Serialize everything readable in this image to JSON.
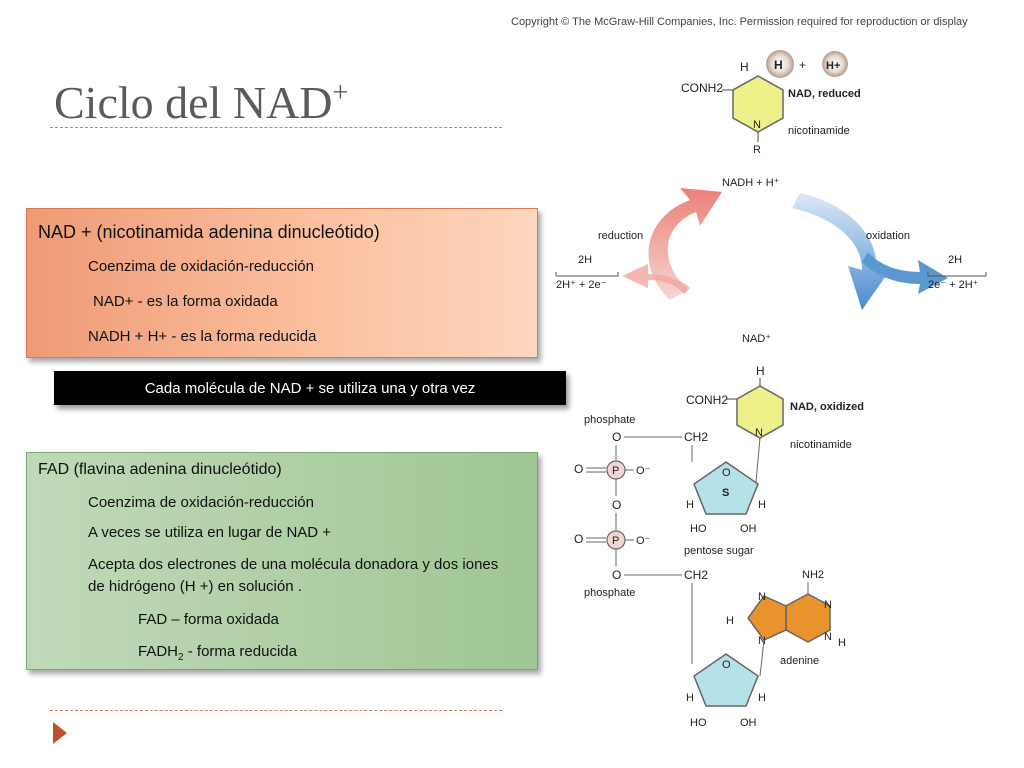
{
  "slide": {
    "title": "Ciclo del NAD",
    "title_sup": "+"
  },
  "copyright": "Copyright © The McGraw-Hill Companies, Inc. Permission required for reproduction or display",
  "nad_box": {
    "heading": "NAD + (nicotinamida adenina dinucleótido)",
    "lines": [
      "Coenzima de oxidación-reducción",
      "NAD+  - es la forma oxidada",
      "NADH + H+ - es la forma reducida"
    ]
  },
  "banner": "Cada molécula de NAD + se utiliza una y otra vez",
  "fad_box": {
    "heading": "FAD (flavina adenina dinucleótido)",
    "lines": [
      "Coenzima de oxidación-reducción",
      "A veces se utiliza en lugar de NAD +",
      "Acepta dos electrones de una molécula donadora y dos iones de hidrógeno (H +) en solución ."
    ],
    "sub_lines": {
      "fad": "FAD – forma oxidada",
      "fadh_prefix": "FADH",
      "fadh_sub": "2",
      "fadh_suffix": "  - forma reducida"
    }
  },
  "diagram": {
    "top": {
      "h": "H",
      "h_ball": "H",
      "plus": "+",
      "h_plus": "H+",
      "conh2": "CONH2",
      "label": "NAD, reduced",
      "n": "N",
      "r": "R",
      "nicotinamide": "nicotinamide"
    },
    "cycle": {
      "nadh": "NADH + H⁺",
      "nad": "NAD⁺",
      "reduction": "reduction",
      "oxidation": "oxidation",
      "left_2h": "2H",
      "left_eq": "2H⁺ + 2e⁻",
      "right_2h": "2H",
      "right_eq": "2e⁻ + 2H⁺"
    },
    "bottom": {
      "h": "H",
      "conh2": "CONH2",
      "label": "NAD, oxidized",
      "nicotinamide": "nicotinamide",
      "phosphate": "phosphate",
      "o": "O",
      "p": "P",
      "ominus": "O⁻",
      "ch2": "CH2",
      "s": "S",
      "ho": "HO",
      "oh": "OH",
      "pentose": "pentose sugar",
      "nh2": "NH2",
      "n": "N",
      "adenine": "adenine"
    }
  },
  "colors": {
    "orange_box": "#f5a37f",
    "green_box": "#a9cd9e",
    "banner": "#000000",
    "title": "#5a5a5a",
    "nav_arrow": "#c0502c",
    "reduction_arrow": "#ee8a84",
    "oxidation_arrow": "#5b97d0",
    "ring_yellow": "#eef08a",
    "sugar_cyan": "#b5e1e8",
    "adenine_orange": "#e9932d"
  }
}
